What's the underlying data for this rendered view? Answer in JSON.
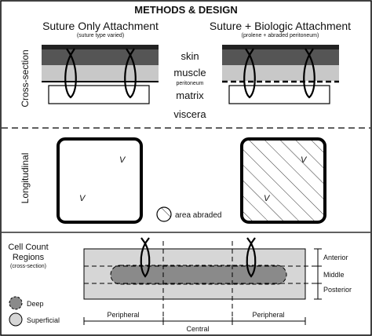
{
  "title": "METHODS & DESIGN",
  "panels": {
    "cross_section": {
      "side_label": "Cross-section",
      "left_heading": "Suture Only Attachment",
      "left_subheading": "(suture type varied)",
      "right_heading": "Suture + Biologic Attachment",
      "right_subheading": "(prolene + abraded peritoneum)",
      "layers": {
        "skin": "skin",
        "muscle": "muscle",
        "peritoneum": "peritoneum",
        "matrix": "matrix",
        "viscera": "viscera"
      }
    },
    "longitudinal": {
      "side_label": "Longitudinal",
      "left_marker": "V",
      "left_marker_2": "V",
      "right_marker": "V",
      "right_marker_2": "V",
      "legend_abraded": "area abraded"
    },
    "cell_count": {
      "title_line1": "Cell Count",
      "title_line2": "Regions",
      "subtitle": "(cross-section)",
      "legend_deep": "Deep",
      "legend_superficial": "Superficial",
      "right_labels": [
        "Anterior",
        "Middle",
        "Posterior"
      ],
      "bottom_labels": [
        "Peripheral",
        "Central",
        "Peripheral"
      ]
    }
  },
  "colors": {
    "skin": "#555555",
    "muscle": "#c8c8c8",
    "deep": "#8a8a8a",
    "superficial": "#d6d6d6",
    "outline": "#000000"
  }
}
